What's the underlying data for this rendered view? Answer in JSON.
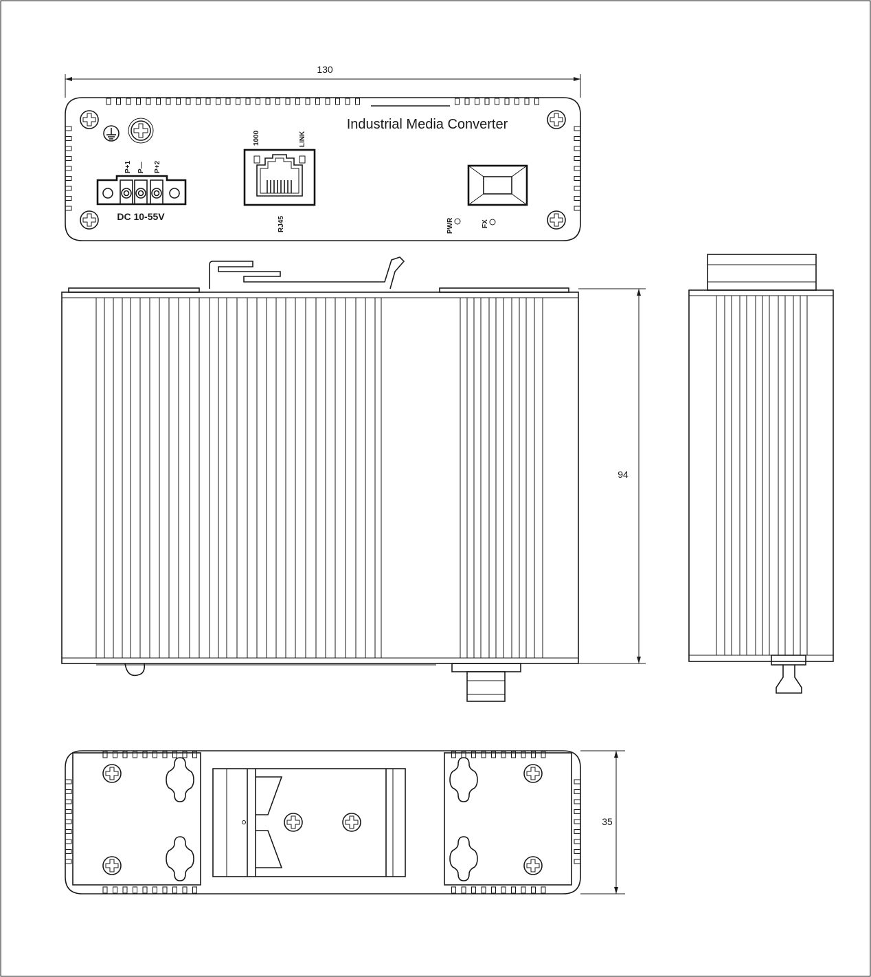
{
  "dimensions": {
    "width": "130",
    "height": "94",
    "depth": "35"
  },
  "front_panel": {
    "title": "Industrial  Media Converter",
    "rj45_top_left": "1000",
    "rj45_top_right": "LINK",
    "rj45_bottom": "RJ45",
    "power_pins": [
      "P+1",
      "P—",
      "P+2"
    ],
    "power_rating": "DC 10-55V",
    "led_pwr": "PWR",
    "led_fx": "FX"
  }
}
